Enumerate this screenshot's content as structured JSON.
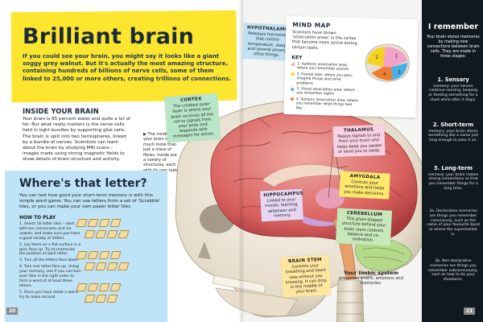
{
  "page": {
    "title": "Brilliant brain",
    "intro": "If you could see your brain, you might say it looks like a giant soggy grey walnut. But it's actually the most amazing structure, containing hundreds of billions of nerve cells, some of them linked to 25,000 or more others, creating trillions of connections.",
    "page_left": "20",
    "page_right": "21"
  },
  "inside": {
    "heading": "INSIDE YOUR BRAIN",
    "body": "Your brain is 85 percent water and quite a lot of fat. But what really matters is the nerve cells held in tight bundles by supporting glial cells. The brain is split into two hemispheres, linked by a bundle of nerves. Scientists can learn about the brain by studying MRI scans – images made using strong magnetic fields to show details of brain structure and activity.",
    "side_note": "▶ The inside of your brain is much more than just a mass of fibres. Inside are a variety of structures, each with its own task."
  },
  "where": {
    "heading": "Where's that letter?",
    "body": "You can test how good your short-term memory is with this simple word game. You can use letters from a set of 'Scrabble' tiles, or you can make your own paper letter tiles.",
    "howto": "HOW TO PLAY",
    "steps": [
      "1. Select 16 letter tiles – start with ten consonants and six vowels, and make sure you have a good variety of letters.",
      "2. Lay them on a flat surface in a grid, face up. Try to memorize the position of each letter.",
      "3. Turn all the letters face down.",
      "4. Turn one letter face up. Using your memory, see if you can turn over tiles in the right order to form a word of at least three letters.",
      "5. Once you have made a word, try to make second."
    ]
  },
  "callouts": {
    "cortex": {
      "title": "CORTEX",
      "text": "The crinkled outer layer is where your brain receives all the nerve signals from your body and responds with messages for action."
    },
    "hypothalamus": {
      "title": "HYPOTHALAMUS",
      "text": "Releases hormones that control temperature, sleep and several among other things."
    },
    "thalamus": {
      "title": "THALAMUS",
      "text": "Relays signals to and from your brain and helps keep you awake or send you to sleep."
    },
    "amygdala": {
      "title": "AMYGDALA",
      "text": "Controls your emotions and helps you make decisions."
    },
    "hippocampus": {
      "title": "HIPPOCAMPUS",
      "text": "Linked to your moods, learning, willpower and memory."
    },
    "cerebellum": {
      "title": "CEREBELLUM",
      "text": "This plum-shaped structure behind your brain stem controls balance and co-ordination."
    },
    "brain_stem": {
      "title": "BRAIN STEM",
      "text": "Controls your breathing and heart rate without you knowing. It can drop in the middle of your brain."
    }
  },
  "mindmap": {
    "title": "MIND MAP",
    "text": "Scanners have shown 'association areas' in the cortex that become more active during certain tasks.",
    "key_label": "KEY",
    "items": [
      {
        "text": "1. Auditory association area: where you remember sounds",
        "color": "#f2a1c8"
      },
      {
        "text": "2. Frontal lobe: where you plan, imagine things and solve problems",
        "color": "#f5d21f"
      },
      {
        "text": "3. Visual association area: where you remember sights",
        "color": "#47b0e4"
      },
      {
        "text": "4. Sensory association area: where you remember what things feel like",
        "color": "#ef7d2e"
      }
    ]
  },
  "limbic": {
    "lead": "Your limbic system",
    "text": "processes smells, emotions and memories."
  },
  "remember": {
    "title": "I remember",
    "intro": "Your brain stores memories by making new connections between brain cells. They are made in three stages:",
    "items": [
      {
        "heading": "1. Sensory",
        "text": "memory: your senses continue sensing, keeping or feeding something for a short while after it stops."
      },
      {
        "heading": "2. Short-term",
        "text": "memory: your brain stores something like a name just long enough to pass it on."
      },
      {
        "heading": "3. Long-term",
        "text": "memory: your brain makes strong connections so that you remember things for a long time."
      },
      {
        "heading": "",
        "text": "3a. Declarative memories are things you remember consciously, such as the name of your favourite band or where the supermarket is."
      },
      {
        "heading": "",
        "text": "3b. Non-declarative memories are things you remember subconsciously, such as how to tie your shoelaces."
      }
    ]
  },
  "colors": {
    "title_banner": "#ffe62e",
    "where_banner": "#bfe3f7",
    "remember_bg": "#101820"
  }
}
